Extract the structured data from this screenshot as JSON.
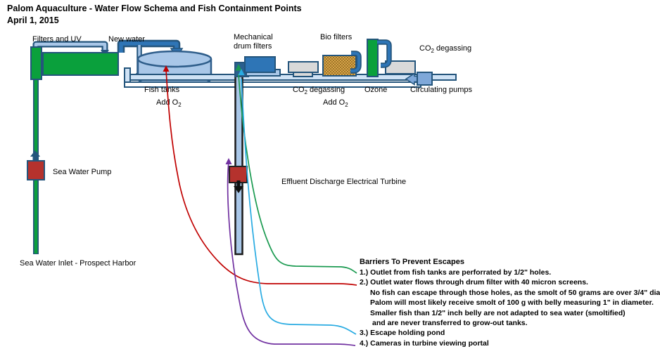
{
  "header": {
    "title": "Palom Aquaculture - Water Flow Schema and Fish Containment Points",
    "date": "April 1, 2015"
  },
  "labels": {
    "filters_uv": "Filters and UV",
    "new_water": "New water",
    "mechanical_line1": "Mechanical",
    "mechanical_line2": "drum filters",
    "bio_filters": "Bio filters",
    "fish_tanks": "Fish tanks",
    "ozone": "Ozone",
    "circulating_pumps": "Circulating pumps",
    "sea_water_pump": "Sea Water Pump",
    "sea_water_inlet": "Sea Water Inlet - Prospect Harbor",
    "effluent_turbine": "Effluent Discharge Electrical Turbine",
    "co2_degassing": {
      "pre": "CO",
      "sub": "2",
      "post": " degassing"
    },
    "add_o2": {
      "pre": "Add O",
      "sub": "2",
      "post": ""
    }
  },
  "barriers": {
    "heading": "Barriers To Prevent Escapes",
    "lines": [
      "1.) Outlet from fish tanks are perforrated by 1/2\" holes.",
      "2.) Outlet water flows through drum filter with 40 micron screens.",
      "No fish can escape through those holes, as the smolt of 50 grams are over 3/4\" dia",
      "Palom will most likely receive smolt of 100 g with belly measuring 1\" in diameter.",
      "Smaller fish than 1/2\" inch belly are not adapted to sea water (smoltified)",
      "and are never transferred to grow-out tanks.",
      "3.)  Escape holding pond",
      "4.)  Cameras in turbine viewing portal"
    ]
  },
  "colors": {
    "pipe_dark": "#24557c",
    "pipe_mid": "#2e75b6",
    "pipe_light": "#a9c7e8",
    "pipe_pale": "#cfe2f5",
    "equip_green": "#0aa03c",
    "equip_gray": "#d9d9d9",
    "equip_red": "#b5322d",
    "tank_blue": "#a9c7e8",
    "tank_stroke": "#2e5d8a",
    "biofilter_tan": "#d8a44b",
    "biofilter_dot": "#8a671c",
    "pump_blue": "#7fa8d9",
    "curve_green": "#1a9a50",
    "curve_red": "#c00000",
    "curve_cyan": "#29abe2",
    "curve_purple": "#7030a0",
    "effluent_pipe_stroke": "#1a1a1a"
  }
}
